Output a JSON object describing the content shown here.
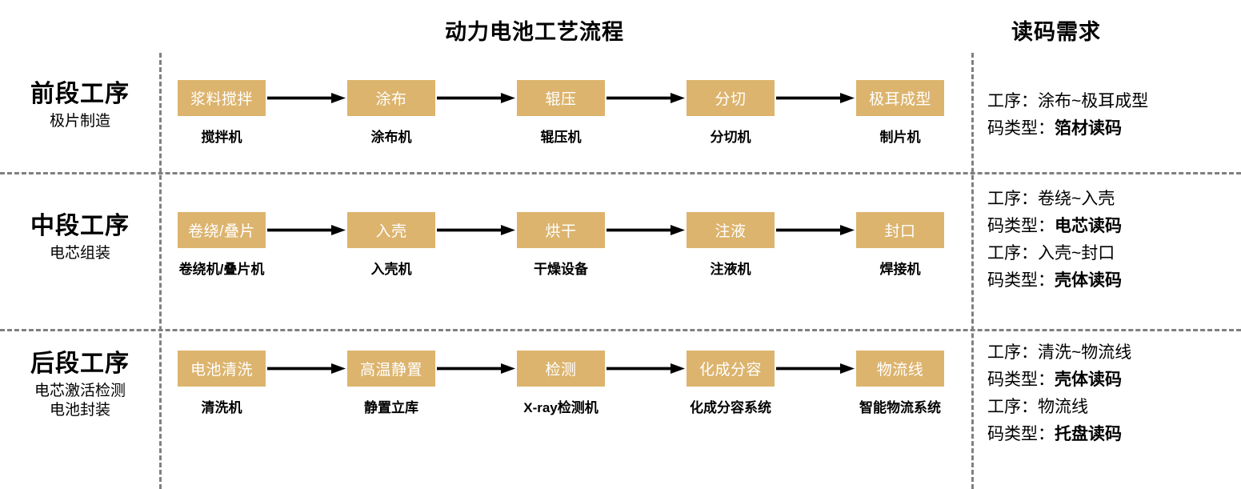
{
  "titles": {
    "flow": "动力电池工艺流程",
    "requirements": "读码需求"
  },
  "colors": {
    "node_fill": "#dcb46e",
    "node_text": "#ffffff",
    "divider": "#808080",
    "arrow": "#000000",
    "text": "#000000"
  },
  "stages": [
    {
      "name": "前段工序",
      "sub": [
        "极片制造"
      ],
      "nodes": [
        {
          "label": "浆料搅拌",
          "caption": "搅拌机"
        },
        {
          "label": "涂布",
          "caption": "涂布机"
        },
        {
          "label": "辊压",
          "caption": "辊压机"
        },
        {
          "label": "分切",
          "caption": "分切机"
        },
        {
          "label": "极耳成型",
          "caption": "制片机"
        }
      ],
      "requirements": [
        {
          "key": "工序：",
          "value": "涂布~极耳成型",
          "bold": false
        },
        {
          "key": "码类型：",
          "value": "箔材读码",
          "bold": true
        }
      ]
    },
    {
      "name": "中段工序",
      "sub": [
        "电芯组装"
      ],
      "nodes": [
        {
          "label": "卷绕/叠片",
          "caption": "卷绕机/叠片机"
        },
        {
          "label": "入壳",
          "caption": "入壳机"
        },
        {
          "label": "烘干",
          "caption": "干燥设备"
        },
        {
          "label": "注液",
          "caption": "注液机"
        },
        {
          "label": "封口",
          "caption": "焊接机"
        }
      ],
      "requirements": [
        {
          "key": "工序：",
          "value": "卷绕~入壳",
          "bold": false
        },
        {
          "key": "码类型：",
          "value": "电芯读码",
          "bold": true
        },
        {
          "key": "工序：",
          "value": "入壳~封口",
          "bold": false
        },
        {
          "key": "码类型：",
          "value": "壳体读码",
          "bold": true
        }
      ]
    },
    {
      "name": "后段工序",
      "sub": [
        "电芯激活检测",
        "电池封装"
      ],
      "nodes": [
        {
          "label": "电池清洗",
          "caption": "清洗机"
        },
        {
          "label": "高温静置",
          "caption": "静置立库"
        },
        {
          "label": "检测",
          "caption": "X-ray检测机"
        },
        {
          "label": "化成分容",
          "caption": "化成分容系统"
        },
        {
          "label": "物流线",
          "caption": "智能物流系统"
        }
      ],
      "requirements": [
        {
          "key": "工序：",
          "value": "清洗~物流线",
          "bold": false
        },
        {
          "key": "码类型：",
          "value": "壳体读码",
          "bold": true
        },
        {
          "key": "工序：",
          "value": "物流线",
          "bold": false
        },
        {
          "key": "码类型：",
          "value": "托盘读码",
          "bold": true
        }
      ]
    }
  ]
}
